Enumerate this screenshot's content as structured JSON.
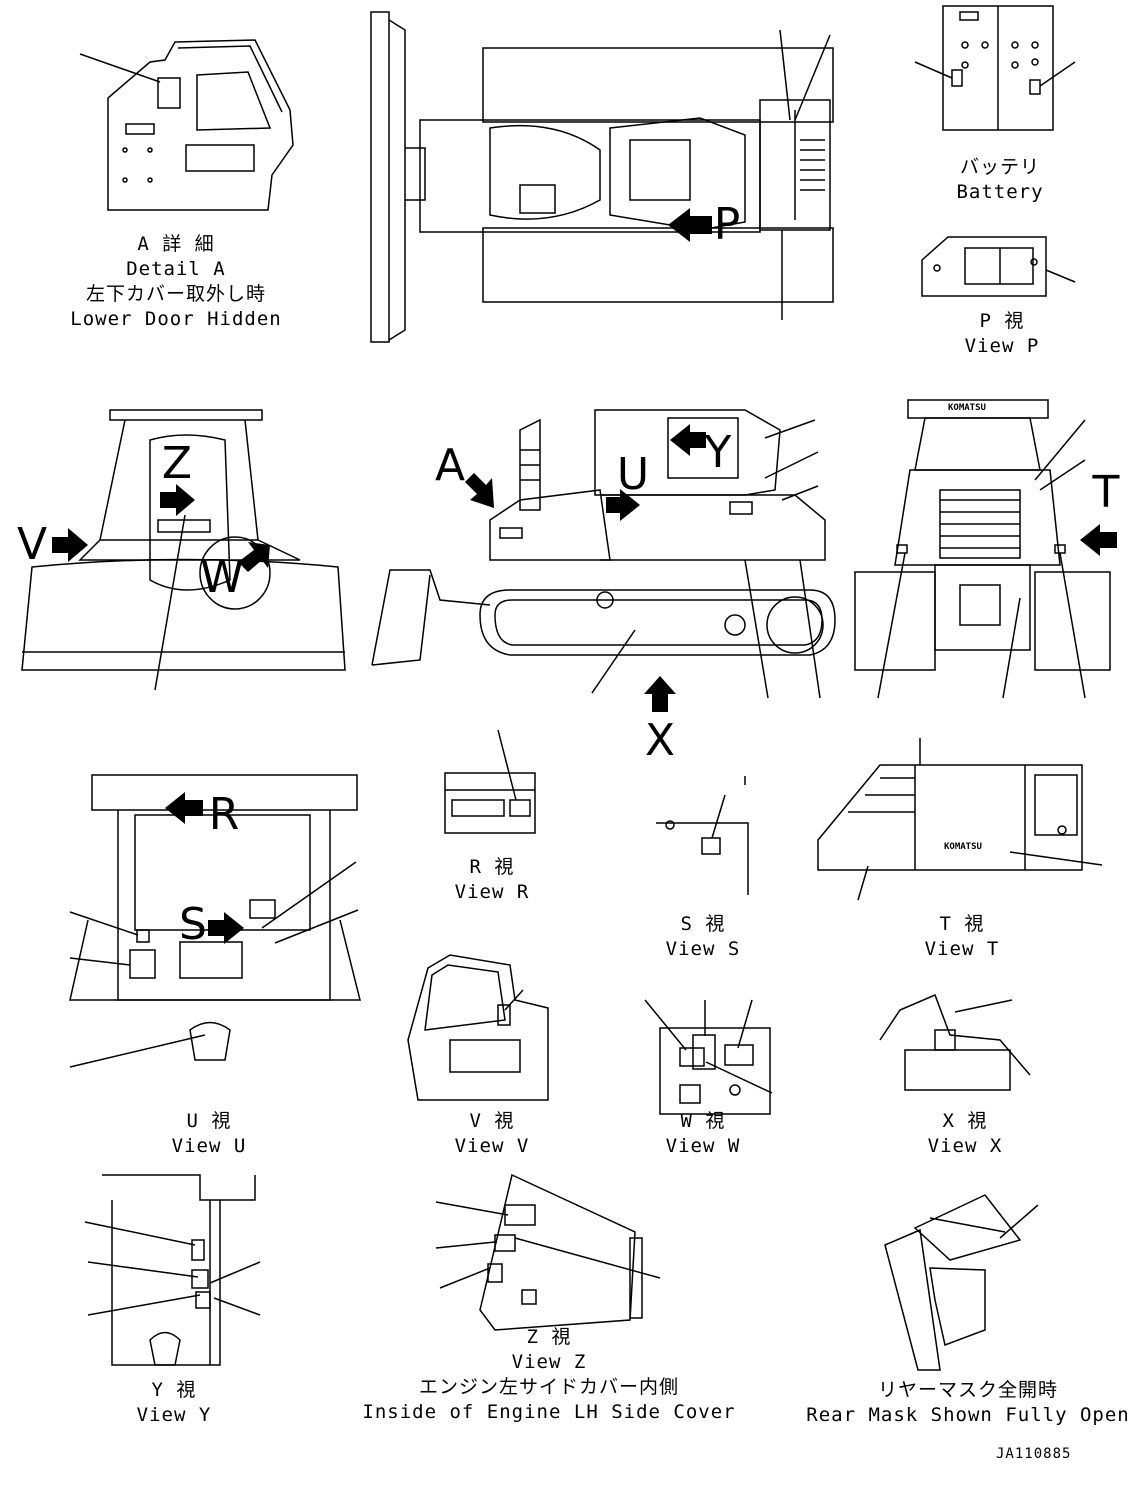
{
  "captions": {
    "detail_a": {
      "jp": "A 詳 細",
      "en": "Detail A"
    },
    "lower_door": {
      "jp": "左下カバー取外し時",
      "en": "Lower Door Hidden"
    },
    "battery": {
      "jp": "バッテリ",
      "en": "Battery"
    },
    "view_p": {
      "jp": "P 視",
      "en": "View P"
    },
    "view_r": {
      "jp": "R 視",
      "en": "View R"
    },
    "view_s": {
      "jp": "S 視",
      "en": "View S"
    },
    "view_t": {
      "jp": "T 視",
      "en": "View T"
    },
    "view_u": {
      "jp": "U 視",
      "en": "View U"
    },
    "view_v": {
      "jp": "V 視",
      "en": "View V"
    },
    "view_w": {
      "jp": "W 視",
      "en": "View W"
    },
    "view_x": {
      "jp": "X 視",
      "en": "View X"
    },
    "view_y": {
      "jp": "Y 視",
      "en": "View Y"
    },
    "view_z": {
      "jp": "Z 視",
      "en": "View Z"
    },
    "engine_cover": {
      "jp": "エンジン左サイドカバー内側",
      "en": "Inside of Engine LH Side Cover"
    },
    "rear_mask": {
      "jp": "リヤーマスク全開時",
      "en": "Rear Mask Shown Fully Open"
    }
  },
  "view_letters": {
    "a": "A",
    "p": "P",
    "y": "Y",
    "u": "U",
    "t": "T",
    "z": "Z",
    "v": "V",
    "w": "W",
    "x": "X",
    "r": "R",
    "s": "S"
  },
  "brand": "KOMATSU",
  "drawing_code": "JA110885"
}
